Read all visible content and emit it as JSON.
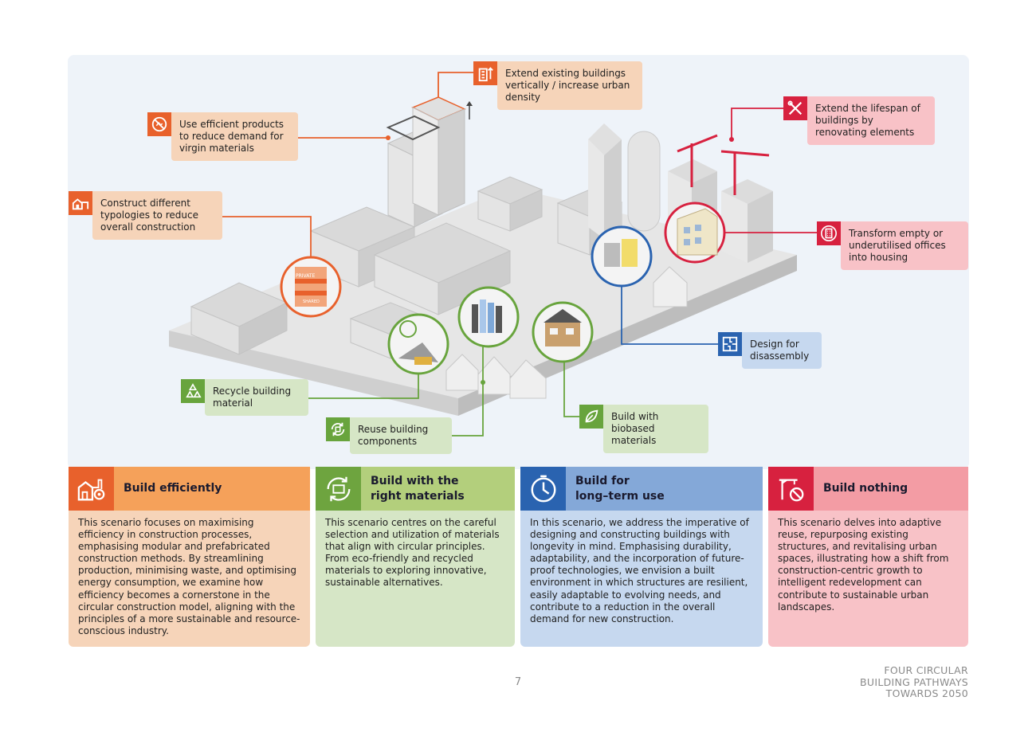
{
  "callouts": {
    "vertical": "Extend existing buildings vertically / increase urban density",
    "efficient_products": "Use efficient products to reduce demand for virgin materials",
    "typologies": "Construct different typologies to reduce overall construction",
    "lifespan": "Extend the lifespan of buildings by renovating elements",
    "transform": "Transform empty or underutilised offices into housing",
    "disassembly": "Design for disassembly",
    "recycle": "Recycle building material",
    "reuse": "Reuse building components",
    "biobased": "Build with biobased materials"
  },
  "scene_labels": {
    "private": "PRIVATE",
    "shared": "SHARED"
  },
  "cards": [
    {
      "title": "Build efficiently",
      "text": "This scenario focuses on maximising efficiency in construction processes, emphasising modular and prefabricated construction methods. By streamlining production, minimising waste, and optimising energy consumption, we examine how efficiency becomes a cornerstone in the circular construction model, aligning with the principles of a more sustainable and resource-conscious industry."
    },
    {
      "title": "Build  with the\nright materials",
      "text": "This scenario centres on the careful selection and utilization of materials that align with circular principles. From eco-friendly and recycled materials to exploring innovative, sustainable alternatives."
    },
    {
      "title": "Build for\nlong–term use",
      "text": "In this scenario, we address the imperative of designing and constructing buildings with longevity in mind. Emphasising durability, adaptability, and the incorporation of future-proof technologies, we envision a built environment in which structures are resilient, easily adaptable to evolving needs, and contribute to a reduction in the overall demand for new construction."
    },
    {
      "title": "Build nothing",
      "text": "This scenario delves into adaptive reuse, repurposing existing structures, and revitalising urban spaces, illustrating how a shift from construction-centric growth to intelligent redevelopment can contribute to sustainable urban landscapes."
    }
  ],
  "page_number": "7",
  "footer": {
    "line1": "FOUR CIRCULAR",
    "line2": "BUILDING PATHWAYS",
    "line3": "TOWARDS 2050"
  },
  "colors": {
    "orange": "#e8612c",
    "red": "#d7213f",
    "green": "#68a43d",
    "blue": "#2a63b0"
  }
}
